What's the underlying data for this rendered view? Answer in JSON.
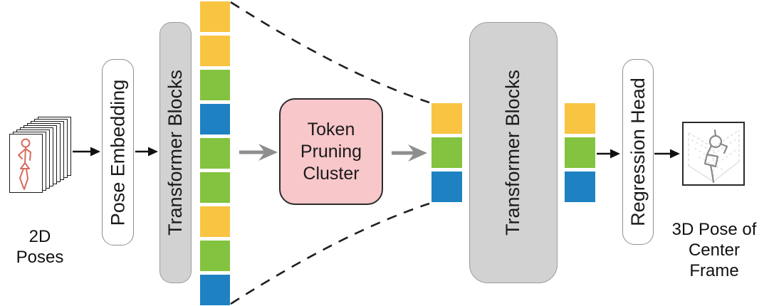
{
  "pipeline": {
    "input_label": "2D Poses",
    "output_label_line1": "3D Pose of",
    "output_label_line2": "Center Frame",
    "blocks": {
      "pose_embedding": "Pose Embedding",
      "transformer_blocks_a": "Transformer Blocks",
      "token_pruning": {
        "line1": "Token",
        "line2": "Pruning",
        "line3": "Cluster"
      },
      "transformer_blocks_b": "Transformer Blocks",
      "regression_head": "Regression Head"
    },
    "tokens": {
      "input": [
        "yellow",
        "yellow",
        "green",
        "blue",
        "green",
        "green",
        "yellow",
        "green",
        "blue"
      ],
      "pruned": [
        "yellow",
        "green",
        "blue"
      ],
      "output": [
        "yellow",
        "green",
        "blue"
      ]
    },
    "colors": {
      "token_yellow": "#F9C441",
      "token_green": "#84C33F",
      "token_blue": "#1E82C2",
      "pruning_fill": "#F8C7CA",
      "pruning_border": "#2B2B2B",
      "block_gray_fill": "#D2D2D2",
      "block_gray_border": "#9C9C9C",
      "white_box_border": "#8F8F8F",
      "arrow_black": "#111111",
      "arrow_gray": "#8E8E8E",
      "dash_line": "#1F1F1F",
      "pose_2d_figure": "#D96A5E",
      "pose_3d_figure": "#8A8A8A",
      "grid_3d": "#DCDCDC"
    }
  }
}
